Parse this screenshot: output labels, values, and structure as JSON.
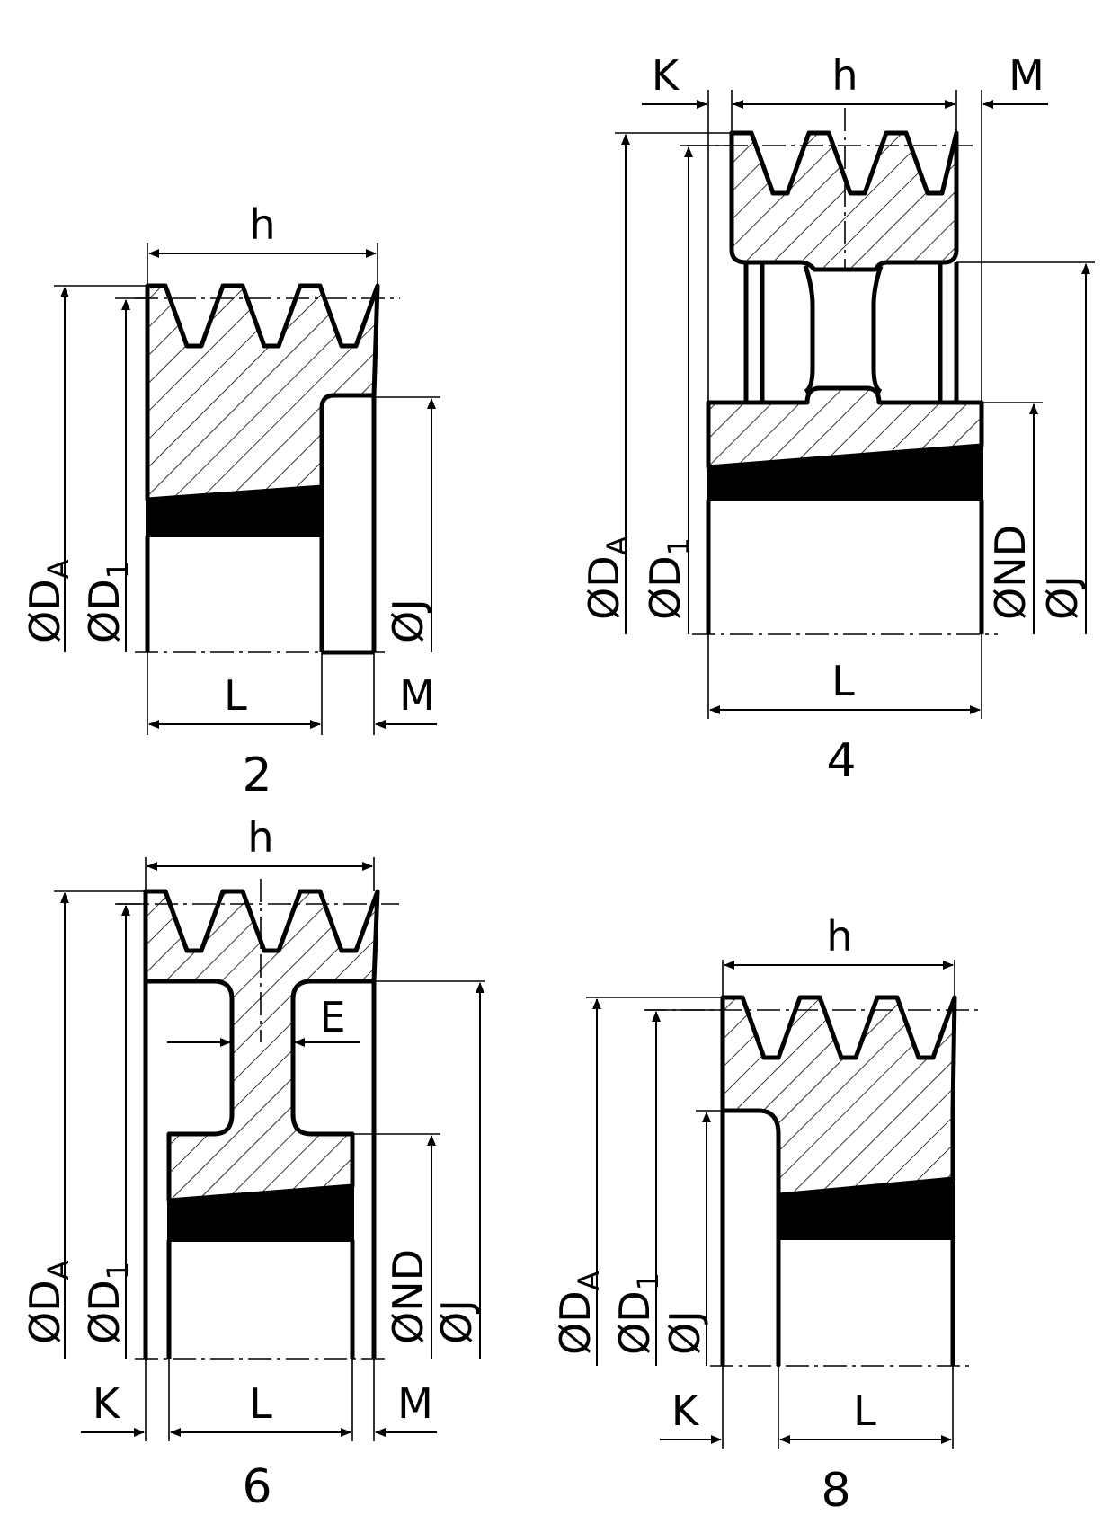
{
  "figures": [
    {
      "number": "2",
      "labels": {
        "h": "h",
        "L": "L",
        "M": "M"
      },
      "diameters": [
        {
          "main": "ØD",
          "sub": "A"
        },
        {
          "main": "ØD",
          "sub": "1"
        },
        {
          "main": "ØJ",
          "sub": ""
        }
      ]
    },
    {
      "number": "4",
      "labels": {
        "h": "h",
        "K": "K",
        "M": "M",
        "L": "L"
      },
      "diameters": [
        {
          "main": "ØD",
          "sub": "A"
        },
        {
          "main": "ØD",
          "sub": "1"
        },
        {
          "main": "ØND",
          "sub": ""
        },
        {
          "main": "ØJ",
          "sub": ""
        }
      ]
    },
    {
      "number": "6",
      "labels": {
        "h": "h",
        "E": "E",
        "K": "K",
        "L": "L",
        "M": "M"
      },
      "diameters": [
        {
          "main": "ØD",
          "sub": "A"
        },
        {
          "main": "ØD",
          "sub": "1"
        },
        {
          "main": "ØND",
          "sub": ""
        },
        {
          "main": "ØJ",
          "sub": ""
        }
      ]
    },
    {
      "number": "8",
      "labels": {
        "h": "h",
        "K": "K",
        "L": "L"
      },
      "diameters": [
        {
          "main": "ØD",
          "sub": "A"
        },
        {
          "main": "ØD",
          "sub": "1"
        },
        {
          "main": "ØJ",
          "sub": ""
        }
      ]
    }
  ]
}
